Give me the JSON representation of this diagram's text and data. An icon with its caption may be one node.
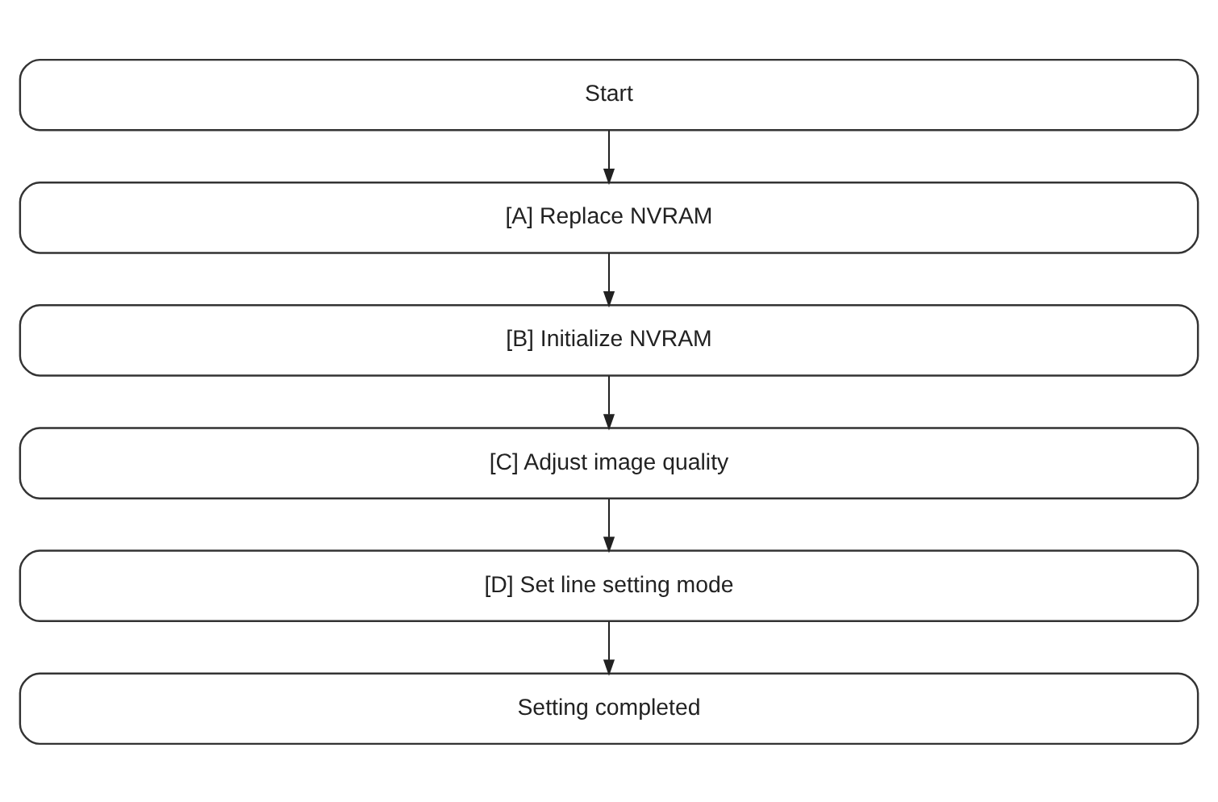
{
  "diagram": {
    "nodes": [
      {
        "text": [
          "Start"
        ]
      },
      {
        "text": [
          "[A] Replace NVRAM"
        ]
      },
      {
        "text": [
          "[B] Initialize NVRAM"
        ]
      },
      {
        "text": [
          "[C] Adjust image quality"
        ]
      },
      {
        "text": [
          "[D] Set line setting mode"
        ]
      },
      {
        "text": [
          "Setting completed"
        ]
      }
    ],
    "edges": [
      {
        "from": 0,
        "to": 1,
        "arrow": "to"
      },
      {
        "from": 1,
        "to": 2,
        "arrow": "to"
      },
      {
        "from": 2,
        "to": 3,
        "arrow": "to"
      },
      {
        "from": 3,
        "to": 4,
        "arrow": "to"
      },
      {
        "from": 4,
        "to": 5,
        "arrow": "to"
      }
    ]
  }
}
